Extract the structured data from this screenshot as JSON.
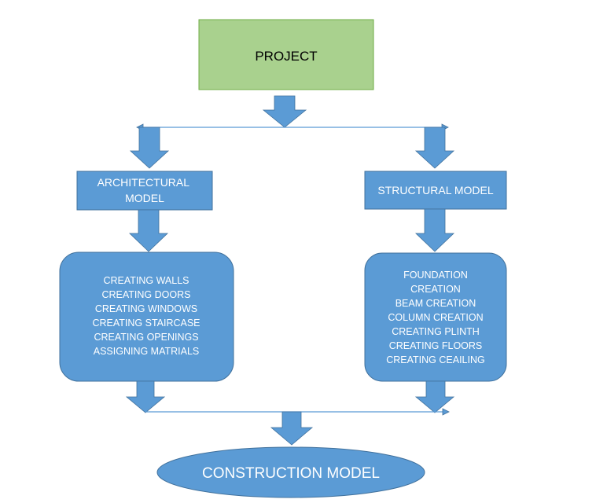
{
  "colors": {
    "project_fill": "#a9d18e",
    "project_stroke": "#70ad47",
    "box_fill": "#5b9bd5",
    "box_stroke": "#41719c",
    "arrow_fill": "#5b9bd5",
    "connector_line": "#5b9bd5",
    "project_text": "#000000",
    "box_text": "#ffffff"
  },
  "nodes": {
    "project": {
      "label": "PROJECT"
    },
    "architectural": {
      "lines": [
        "ARCHITECTURAL",
        "MODEL"
      ]
    },
    "structural": {
      "label": "STRUCTURAL MODEL"
    },
    "architectural_steps": {
      "items": [
        "CREATING WALLS",
        "CREATING DOORS",
        "CREATING WINDOWS",
        "CREATING STAIRCASE",
        "CREATING OPENINGS",
        "ASSIGNING MATRIALS"
      ]
    },
    "structural_steps": {
      "items": [
        "FOUNDATION",
        "CREATION",
        "BEAM CREATION",
        "COLUMN CREATION",
        "CREATING PLINTH",
        "CREATING FLOORS",
        "CREATING CEAILING"
      ]
    },
    "construction": {
      "label": "CONSTRUCTION MODEL"
    }
  }
}
